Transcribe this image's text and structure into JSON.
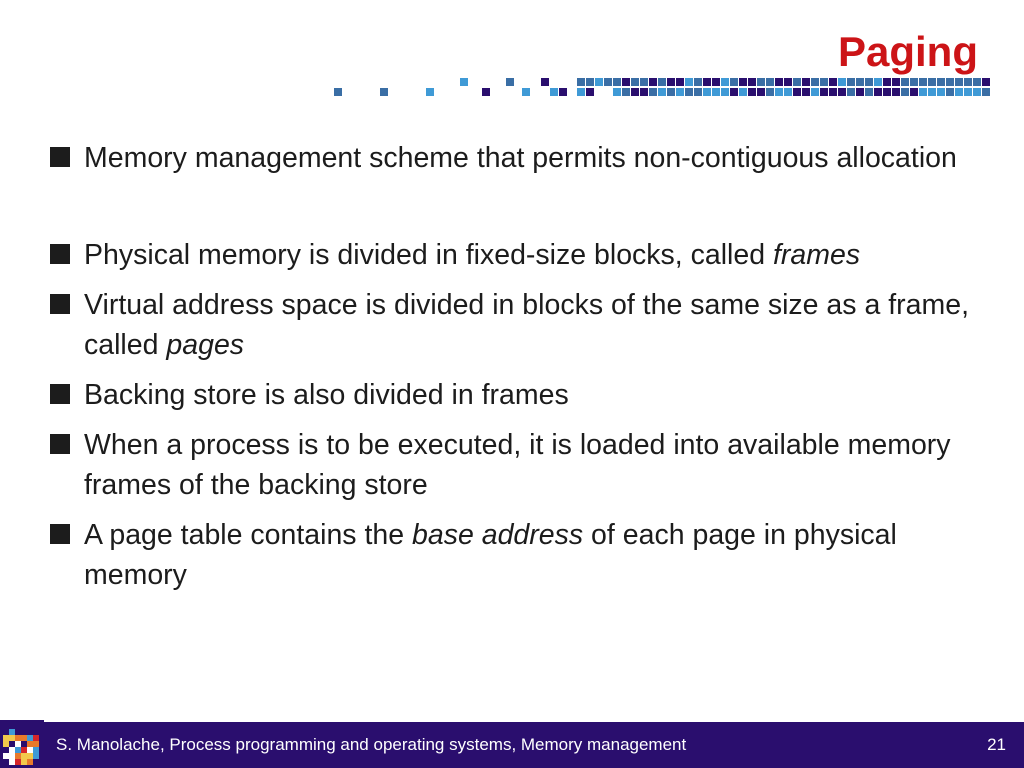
{
  "slide": {
    "title": "Paging",
    "bullets": [
      {
        "parts": [
          {
            "t": "Memory management scheme that permits non-contiguous allocation"
          }
        ]
      },
      {
        "parts": [
          {
            "t": "Physical memory is divided in fixed-size blocks, called "
          },
          {
            "t": "frames",
            "i": true
          }
        ]
      },
      {
        "parts": [
          {
            "t": "Virtual address space is divided in blocks of the same size as a frame, called "
          },
          {
            "t": "pages",
            "i": true
          }
        ]
      },
      {
        "parts": [
          {
            "t": "Backing store is also divided in frames"
          }
        ]
      },
      {
        "parts": [
          {
            "t": "When a process is to be executed, it is loaded into available memory frames of the backing store"
          }
        ]
      },
      {
        "parts": [
          {
            "t": "A page table contains the "
          },
          {
            "t": "base address",
            "i": true
          },
          {
            "t": " of each page in physical memory"
          }
        ]
      }
    ]
  },
  "footer": {
    "text": "S. Manolache, Process programming and operating systems, Memory management",
    "page_number": "21"
  },
  "colors": {
    "title": "#cc1417",
    "footer_bg": "#2a0e6e",
    "deco_dark": "#2a0e6e",
    "deco_mid": "#3a6ea5",
    "deco_light": "#3f9ad6"
  }
}
